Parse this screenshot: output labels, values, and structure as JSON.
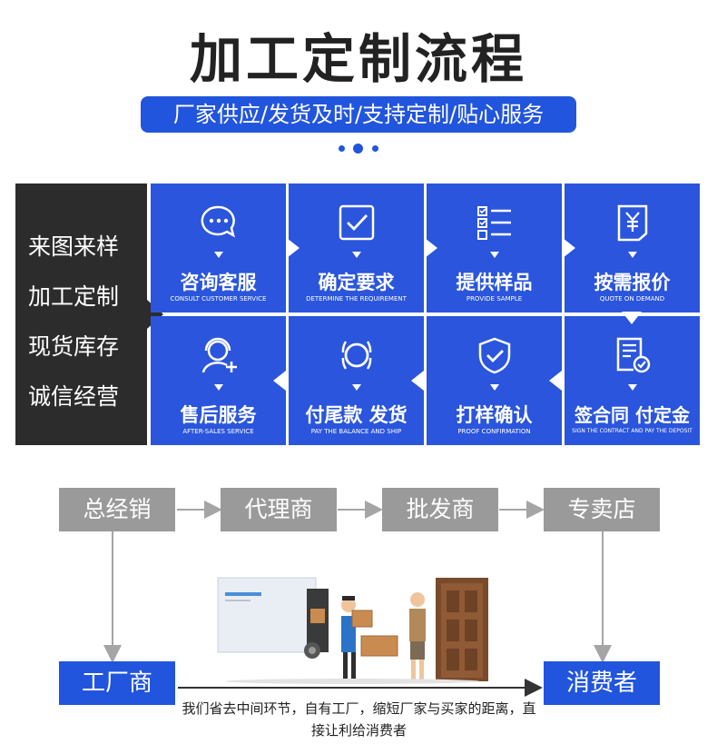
{
  "header": {
    "title": "加工定制流程",
    "subtitle": "厂家供应/发货及时/支持定制/贴心服务"
  },
  "left_panel": {
    "items": [
      "来图来样",
      "加工定制",
      "现货库存",
      "诚信经营"
    ]
  },
  "steps": [
    {
      "cn": "咨询客服",
      "en": "CONSULT CUSTOMER SERVICE",
      "icon": "chat-bubble-icon"
    },
    {
      "cn": "确定要求",
      "en": "DETERMINE THE REQUIREMENT",
      "icon": "checkbox-icon"
    },
    {
      "cn": "提供样品",
      "en": "PROVIDE SAMPLE",
      "icon": "checklist-icon"
    },
    {
      "cn": "按需报价",
      "en": "QUOTE ON DEMAND",
      "icon": "price-tag-icon"
    },
    {
      "cn": "售后服务",
      "en": "AFTER-SALES SERVICE",
      "icon": "customer-plus-icon"
    },
    {
      "cn": "付尾款 发货",
      "en": "PAY THE BALANCE AND SHIP",
      "icon": "ring-icon"
    },
    {
      "cn": "打样确认",
      "en": "PROOF CONFIRMATION",
      "icon": "shield-check-icon"
    },
    {
      "cn": "签合同 付定金",
      "en": "SIGN THE CONTRACT AND PAY THE DEPOSIT",
      "icon": "contract-check-icon"
    }
  ],
  "channel": {
    "chain": [
      "总经销",
      "代理商",
      "批发商",
      "专卖店"
    ],
    "factory": "工厂商",
    "consumer": "消费者",
    "caption": "我们省去中间环节，自有工厂，缩短厂家与买家的距离，直接让利给消费者"
  },
  "colors": {
    "accent": "#2255dd",
    "dark_panel": "#2c2c2c",
    "grey_box": "#9a9a9a"
  }
}
